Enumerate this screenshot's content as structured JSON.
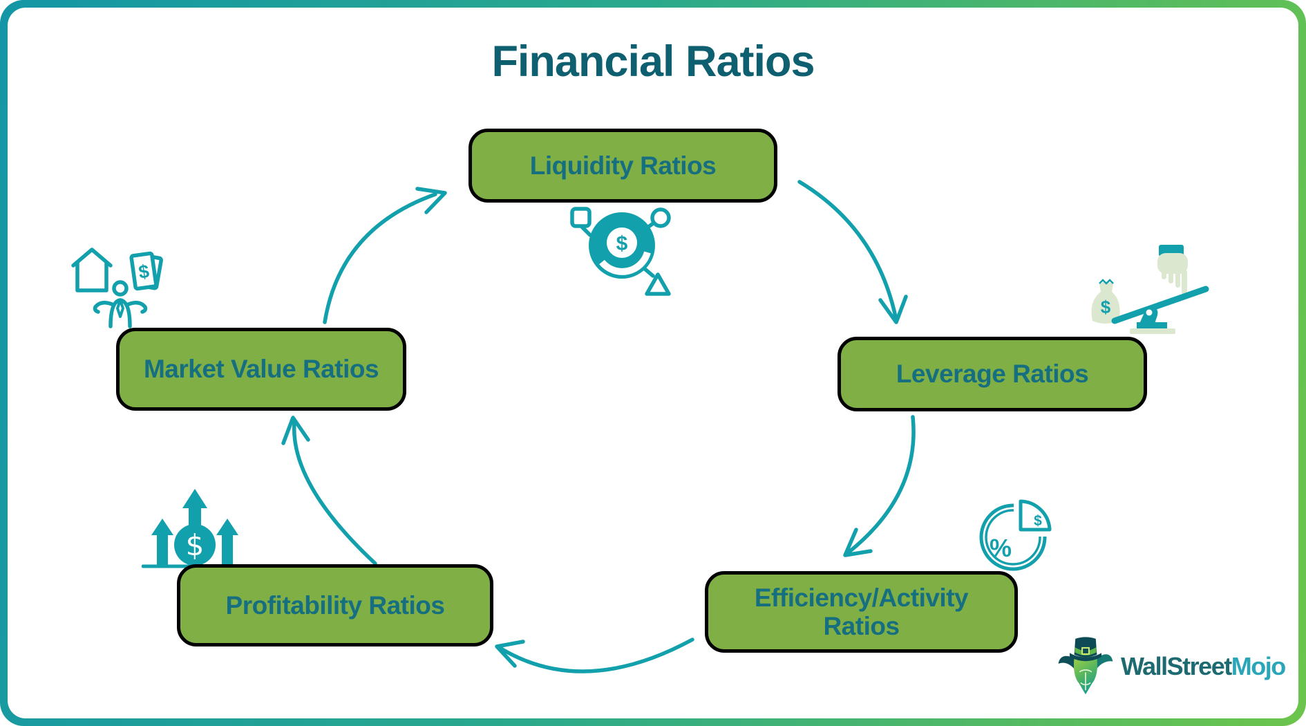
{
  "page": {
    "title": "Financial Ratios"
  },
  "nodes": [
    {
      "id": "liquidity",
      "label": "Liquidity Ratios"
    },
    {
      "id": "leverage",
      "label": "Leverage Ratios"
    },
    {
      "id": "efficiency",
      "label": "Efficiency/Activity Ratios"
    },
    {
      "id": "profitability",
      "label": "Profitability Ratios"
    },
    {
      "id": "market_value",
      "label": "Market Value Ratios"
    }
  ],
  "icons": {
    "liquidity": "money-pie-shapes-icon",
    "leverage": "seesaw-money-bag-hand-icon",
    "efficiency": "pie-chart-percent-dollar-icon",
    "profitability": "growth-arrows-dollar-icon",
    "market_value": "person-house-money-icon",
    "brand": "bull-tophat-icon",
    "glyphs": {
      "dollar": "$",
      "percent": "%"
    }
  },
  "branding": {
    "name_primary": "WallStreet",
    "name_secondary": "Mojo"
  },
  "colors": {
    "node_fill": "#80af46",
    "node_border": "#000000",
    "node_text": "#156f80",
    "title_text": "#0e5f70",
    "accent_teal": "#13a0ad",
    "icon_light": "#dbe7cf",
    "frame_gradient_start": "#1496a6",
    "frame_gradient_end": "#6cc44b",
    "brand_primary_color": "#1d6a70",
    "brand_secondary_color": "#2aa6b8"
  }
}
